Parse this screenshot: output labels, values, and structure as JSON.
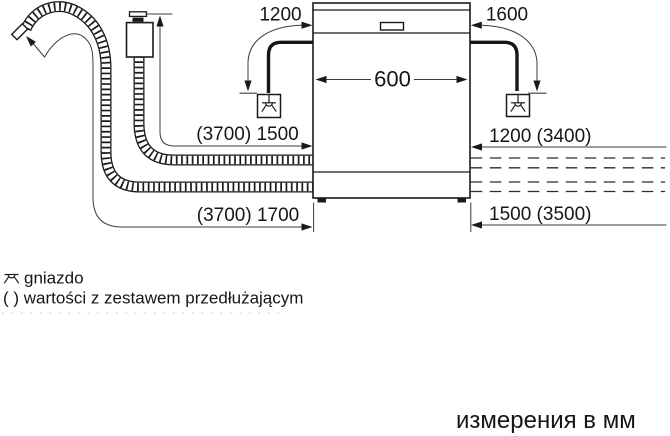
{
  "diagram": {
    "title_semantic": "dishwasher-installation-clearances",
    "appliance": {
      "width_dimension": "600"
    },
    "dimensions": {
      "left_socket_cable": "1200",
      "right_socket_cable": "1600",
      "appliance_width": "600",
      "supply_hose_length": "(3700) 1500",
      "drain_hose_length": "(3700) 1700",
      "right_side_top": "1200 (3400)",
      "right_side_bottom": "1500 (3500)"
    },
    "legend": {
      "socket_label": "gniazdo",
      "parentheses_note": "( ) wartości z zestawem przedłużającym"
    },
    "caption": "измерения в мм",
    "icons": {
      "socket": "power-socket-symbol",
      "tap": "tap-connection-symbol",
      "drain_end": "drain-hose-end-arrow"
    },
    "colors": {
      "line": "#1a1a1a",
      "thin_line": "#3c3c3c",
      "background": "#ffffff"
    }
  }
}
